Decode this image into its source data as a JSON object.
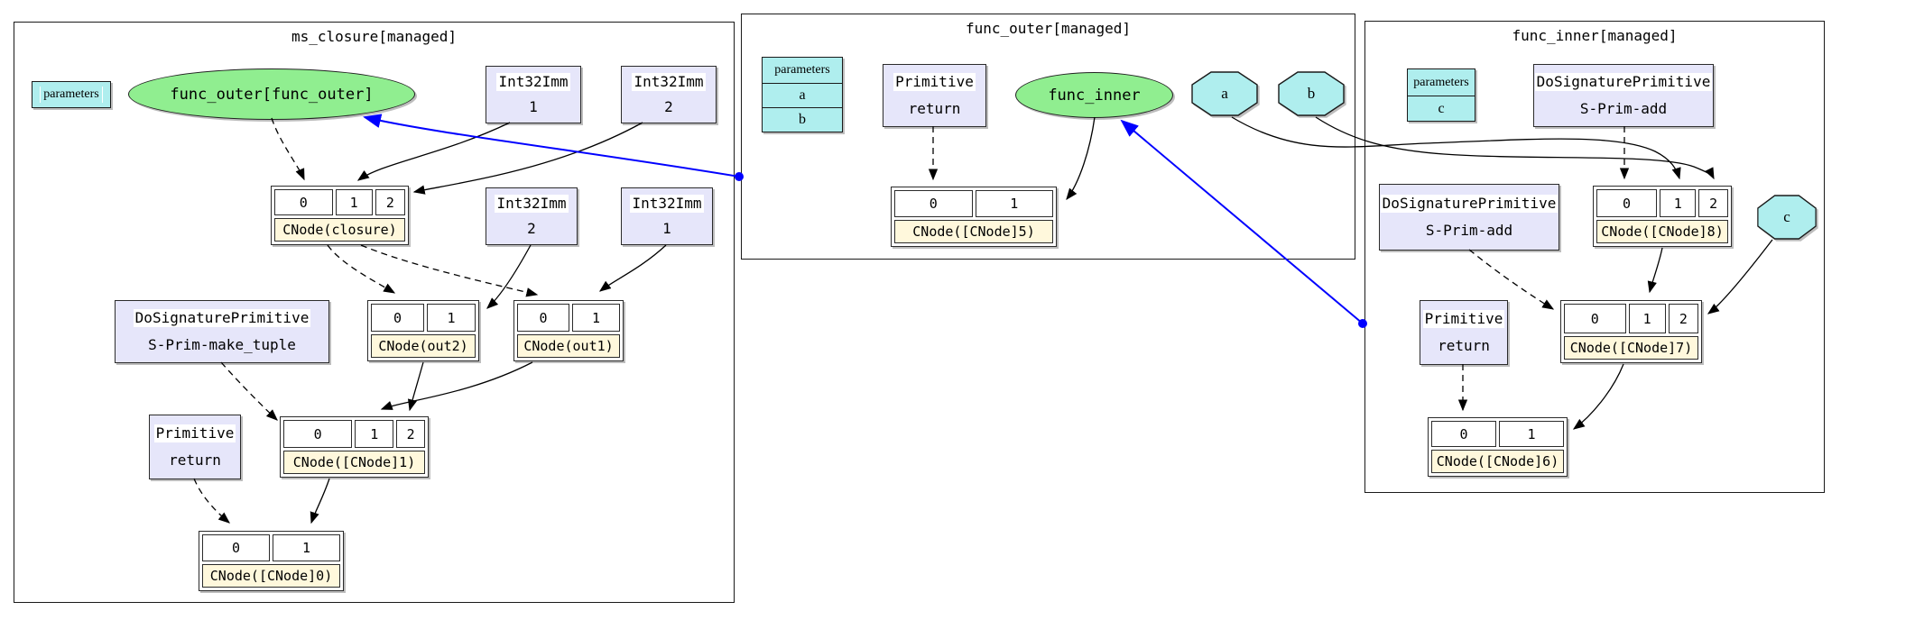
{
  "colors": {
    "node_green": "#90EE90",
    "node_cyan": "#AFEEEE",
    "node_lavender": "#E6E6FA",
    "cnode_label_bg": "#FFF8DC",
    "edge_blue": "#0000FF"
  },
  "c1": {
    "title": "ms_closure[managed]",
    "parameters_chip": "parameters",
    "func_outer_ellipse": "func_outer[func_outer]",
    "int32imm_1a": {
      "type": "Int32Imm",
      "value": "1"
    },
    "int32imm_2a": {
      "type": "Int32Imm",
      "value": "2"
    },
    "int32imm_2b": {
      "type": "Int32Imm",
      "value": "2"
    },
    "int32imm_1b": {
      "type": "Int32Imm",
      "value": "1"
    },
    "cnode_closure": {
      "cells": [
        "0",
        "1",
        "2"
      ],
      "label": "CNode(closure)"
    },
    "make_tuple": {
      "type": "DoSignaturePrimitive",
      "name": "S-Prim-make_tuple"
    },
    "cnode_out2": {
      "cells": [
        "0",
        "1"
      ],
      "label": "CNode(out2)"
    },
    "cnode_out1": {
      "cells": [
        "0",
        "1"
      ],
      "label": "CNode(out1)"
    },
    "primitive_return": {
      "type": "Primitive",
      "name": "return"
    },
    "cnode_1": {
      "cells": [
        "0",
        "1",
        "2"
      ],
      "label": "CNode([CNode]1)"
    },
    "cnode_0": {
      "cells": [
        "0",
        "1"
      ],
      "label": "CNode([CNode]0)"
    }
  },
  "c2": {
    "title": "func_outer[managed]",
    "parameters_table": {
      "header": "parameters",
      "rows": [
        "a",
        "b"
      ]
    },
    "primitive_return": {
      "type": "Primitive",
      "name": "return"
    },
    "func_inner_ellipse": "func_inner",
    "param_a": "a",
    "param_b": "b",
    "cnode_5": {
      "cells": [
        "0",
        "1"
      ],
      "label": "CNode([CNode]5)"
    }
  },
  "c3": {
    "title": "func_inner[managed]",
    "parameters_table": {
      "header": "parameters",
      "rows": [
        "c"
      ]
    },
    "dosig_add_top": {
      "type": "DoSignaturePrimitive",
      "name": "S-Prim-add"
    },
    "dosig_add_left": {
      "type": "DoSignaturePrimitive",
      "name": "S-Prim-add"
    },
    "param_c": "c",
    "cnode_8": {
      "cells": [
        "0",
        "1",
        "2"
      ],
      "label": "CNode([CNode]8)"
    },
    "primitive_return": {
      "type": "Primitive",
      "name": "return"
    },
    "cnode_7": {
      "cells": [
        "0",
        "1",
        "2"
      ],
      "label": "CNode([CNode]7)"
    },
    "cnode_6": {
      "cells": [
        "0",
        "1"
      ],
      "label": "CNode([CNode]6)"
    }
  }
}
